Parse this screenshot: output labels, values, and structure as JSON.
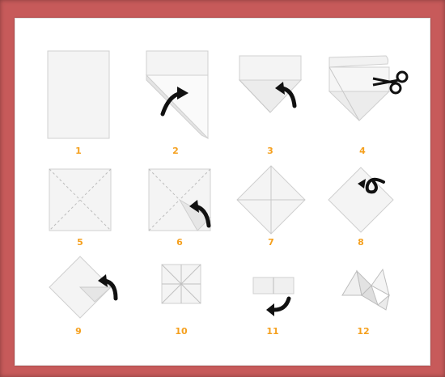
{
  "colors": {
    "frame": "#c75a5a",
    "paper": "#f4f4f4",
    "label": "#f5a01e",
    "arrow": "#111111"
  },
  "steps": [
    {
      "label": "1",
      "action": "none"
    },
    {
      "label": "2",
      "action": "fold-arrow"
    },
    {
      "label": "3",
      "action": "fold-arrow"
    },
    {
      "label": "4",
      "action": "scissors-icon"
    },
    {
      "label": "5",
      "action": "none"
    },
    {
      "label": "6",
      "action": "fold-arrow"
    },
    {
      "label": "7",
      "action": "none"
    },
    {
      "label": "8",
      "action": "flip-arrow"
    },
    {
      "label": "9",
      "action": "fold-arrow"
    },
    {
      "label": "10",
      "action": "none"
    },
    {
      "label": "11",
      "action": "fold-arrow"
    },
    {
      "label": "12",
      "action": "none"
    }
  ]
}
